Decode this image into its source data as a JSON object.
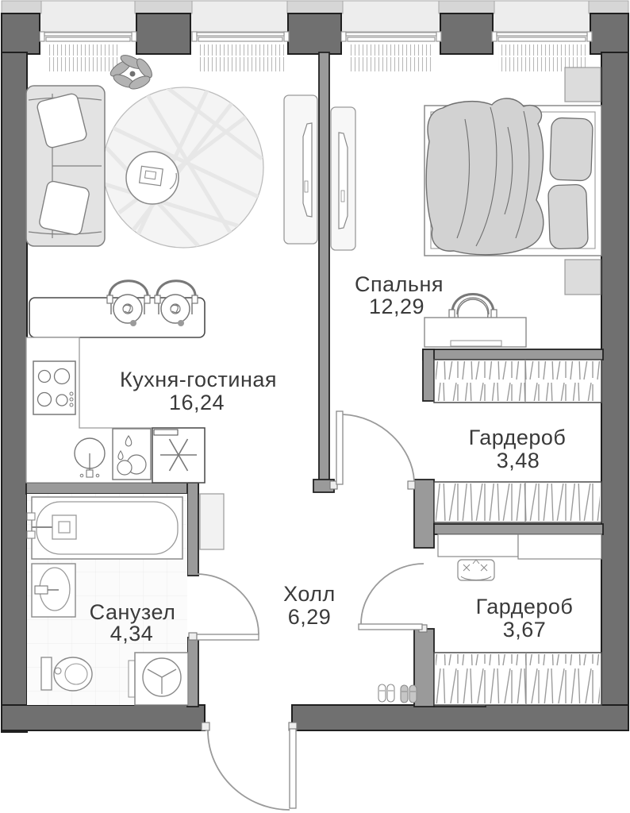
{
  "floorplan": {
    "rooms": [
      {
        "name": "Кухня-гостиная",
        "area": "16,24"
      },
      {
        "name": "Спальня",
        "area": "12,29"
      },
      {
        "name": "Гардероб",
        "area": "3,48"
      },
      {
        "name": "Гардероб",
        "area": "3,67"
      },
      {
        "name": "Санузел",
        "area": "4,34"
      },
      {
        "name": "Холл",
        "area": "6,29"
      }
    ],
    "colors": {
      "exterior_wall": "#707070",
      "interior_wall": "#9a9a9a",
      "wall_outline": "#1f1f1f",
      "facade_band": "#ededed",
      "facade_slab": "#d6d6d6",
      "floor": "#ffffff",
      "furniture_stroke": "#828282",
      "soft_furniture_fill": "#d2d2d2",
      "radiator_hatch": "#b9b9b9",
      "label_text": "#3a3a3a"
    }
  }
}
